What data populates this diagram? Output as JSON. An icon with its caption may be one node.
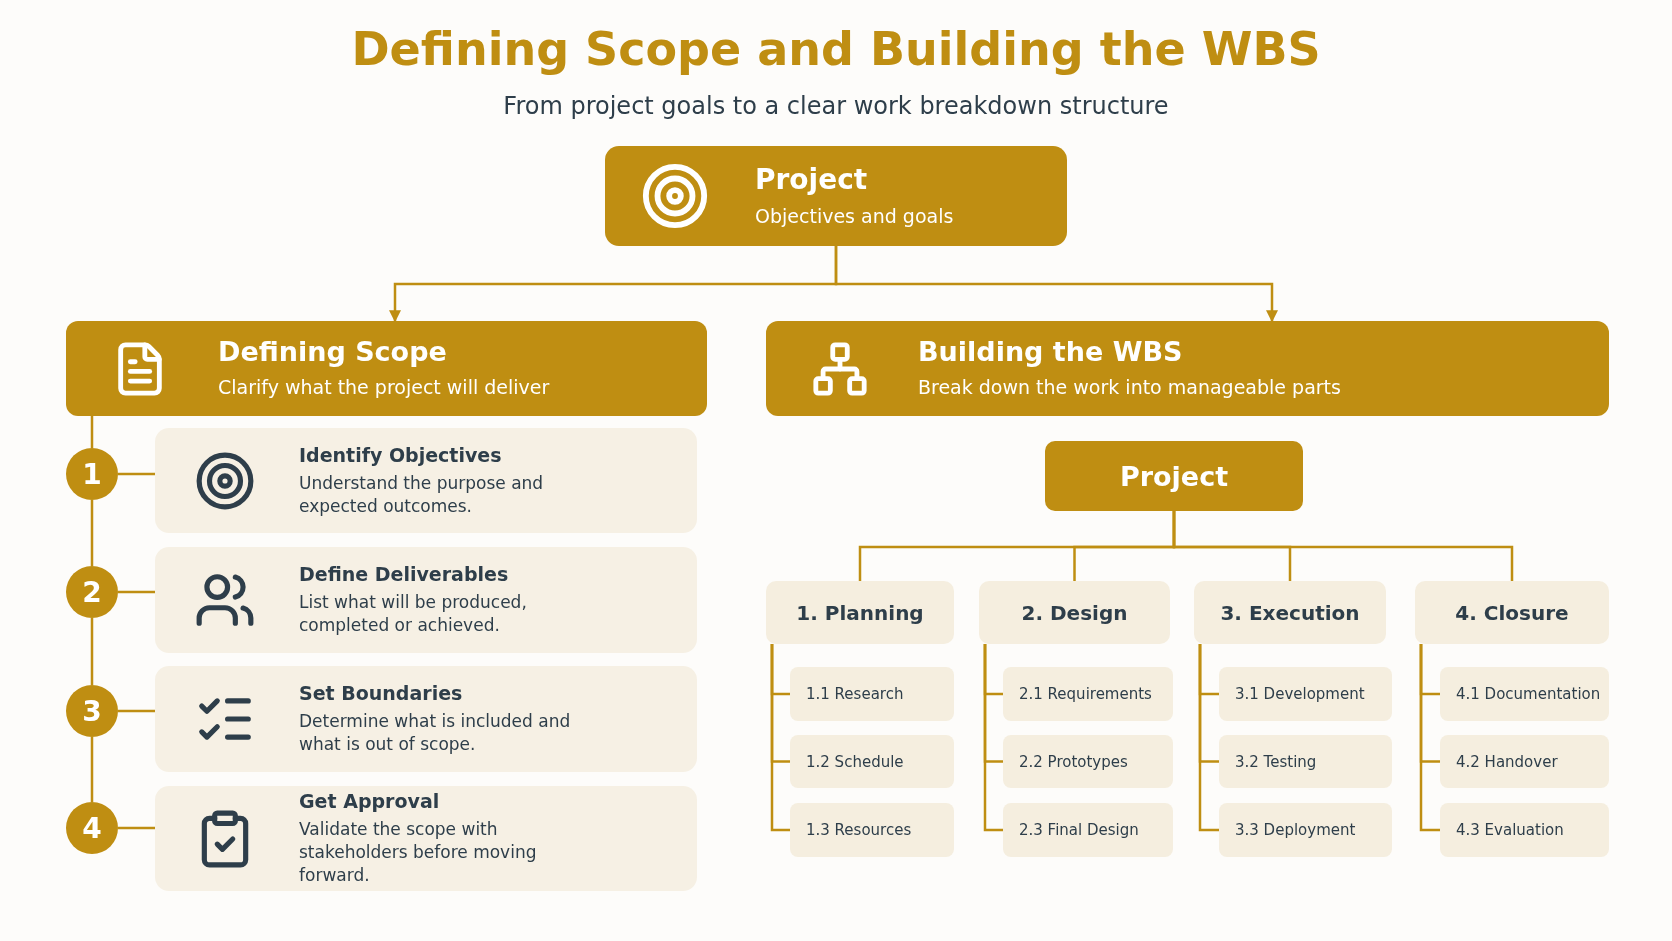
{
  "diagram": {
    "title": "Defining Scope and Building the WBS",
    "nodes": [
      {
        "text": [
          "Project",
          "Objectives and goals"
        ]
      },
      {
        "text": [
          "Defining Scope",
          "Clarify what the project will deliver"
        ]
      },
      {
        "text": [
          "Building the WBS",
          "Break down the work into manageable parts"
        ]
      },
      {
        "text": [
          "1"
        ]
      },
      {
        "text": [
          "Identify Objectives",
          "Understand the purpose and expected outcomes."
        ]
      },
      {
        "text": [
          "2"
        ]
      },
      {
        "text": [
          "Define Deliverables",
          "List what will be produced, completed or achieved."
        ]
      },
      {
        "text": [
          "3"
        ]
      },
      {
        "text": [
          "Set Boundaries",
          "Determine what is included and what is out of scope."
        ]
      },
      {
        "text": [
          "4"
        ]
      },
      {
        "text": [
          "Get Approval",
          "Validate the scope with stakeholders before moving forward."
        ]
      },
      {
        "text": [
          "Project"
        ]
      },
      {
        "text": [
          "1. Planning"
        ]
      },
      {
        "text": [
          "1.1 Research"
        ]
      },
      {
        "text": [
          "1.2 Schedule"
        ]
      },
      {
        "text": [
          "1.3 Resources"
        ]
      },
      {
        "text": [
          "2. Design"
        ]
      },
      {
        "text": [
          "2.1 Requirements"
        ]
      },
      {
        "text": [
          "2.2 Prototypes"
        ]
      },
      {
        "text": [
          "2.3 Final Design"
        ]
      },
      {
        "text": [
          "3. Execution"
        ]
      },
      {
        "text": [
          "3.1 Development"
        ]
      },
      {
        "text": [
          "3.2 Testing"
        ]
      },
      {
        "text": [
          "3.3 Deployment"
        ]
      },
      {
        "text": [
          "4. Closure"
        ]
      },
      {
        "text": [
          "4.1 Documentation"
        ]
      },
      {
        "text": [
          "4.2 Handover"
        ]
      },
      {
        "text": [
          "4.3 Evaluation"
        ]
      }
    ],
    "edges": [
      {
        "from": 0,
        "to": 1,
        "arrow": "to"
      },
      {
        "from": 0,
        "to": 2,
        "arrow": "to"
      },
      {
        "from": 1,
        "to": 3,
        "arrow": "none"
      },
      {
        "from": 3,
        "to": 5,
        "arrow": "none"
      },
      {
        "from": 5,
        "to": 7,
        "arrow": "none"
      },
      {
        "from": 7,
        "to": 9,
        "arrow": "none"
      },
      {
        "from": 3,
        "to": 4,
        "arrow": "none"
      },
      {
        "from": 5,
        "to": 6,
        "arrow": "none"
      },
      {
        "from": 7,
        "to": 8,
        "arrow": "none"
      },
      {
        "from": 9,
        "to": 10,
        "arrow": "none"
      },
      {
        "from": 11,
        "to": 12,
        "arrow": "none"
      },
      {
        "from": 11,
        "to": 16,
        "arrow": "none"
      },
      {
        "from": 11,
        "to": 20,
        "arrow": "none"
      },
      {
        "from": 11,
        "to": 24,
        "arrow": "none"
      },
      {
        "from": 12,
        "to": 13,
        "arrow": "none"
      },
      {
        "from": 12,
        "to": 14,
        "arrow": "none"
      },
      {
        "from": 12,
        "to": 15,
        "arrow": "none"
      },
      {
        "from": 16,
        "to": 17,
        "arrow": "none"
      },
      {
        "from": 16,
        "to": 18,
        "arrow": "none"
      },
      {
        "from": 16,
        "to": 19,
        "arrow": "none"
      },
      {
        "from": 20,
        "to": 21,
        "arrow": "none"
      },
      {
        "from": 20,
        "to": 22,
        "arrow": "none"
      },
      {
        "from": 20,
        "to": 23,
        "arrow": "none"
      },
      {
        "from": 24,
        "to": 25,
        "arrow": "none"
      },
      {
        "from": 24,
        "to": 26,
        "arrow": "none"
      },
      {
        "from": 24,
        "to": 27,
        "arrow": "none"
      }
    ],
    "labels": [
      "From project goals to a clear work breakdown structure"
    ]
  }
}
